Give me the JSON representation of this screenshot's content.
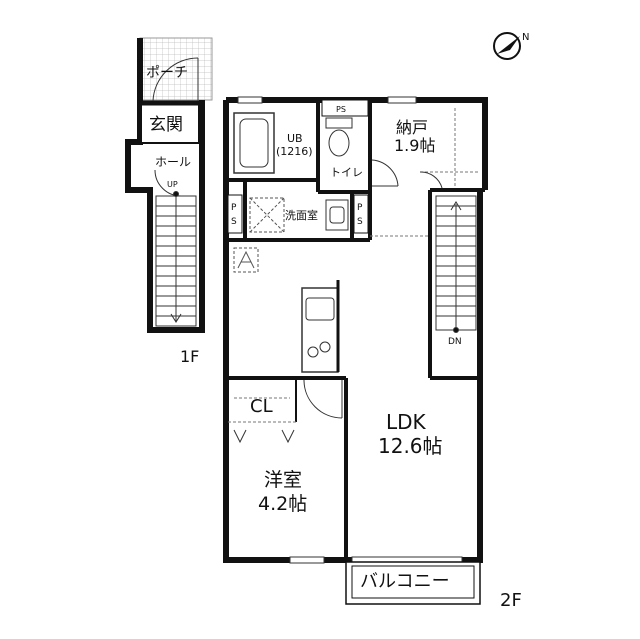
{
  "floor1": {
    "label": "1F",
    "porch": "ポーチ",
    "entrance": "玄関",
    "hall": "ホール",
    "stairs_dir": "UP"
  },
  "floor2": {
    "label": "2F",
    "ub_name": "UB",
    "ub_size": "(1216)",
    "toilet": "トイレ",
    "washroom": "洗面室",
    "storage_name": "納戸",
    "storage_size": "1.9帖",
    "ldk_name": "LDK",
    "ldk_size": "12.6帖",
    "western_name": "洋室",
    "western_size": "4.2帖",
    "closet": "CL",
    "balcony": "バルコニー",
    "stairs_dir": "DN",
    "ps": "PS",
    "ps_side_top": "P",
    "ps_side_bottom": "S"
  },
  "compass": {
    "north": "N"
  }
}
